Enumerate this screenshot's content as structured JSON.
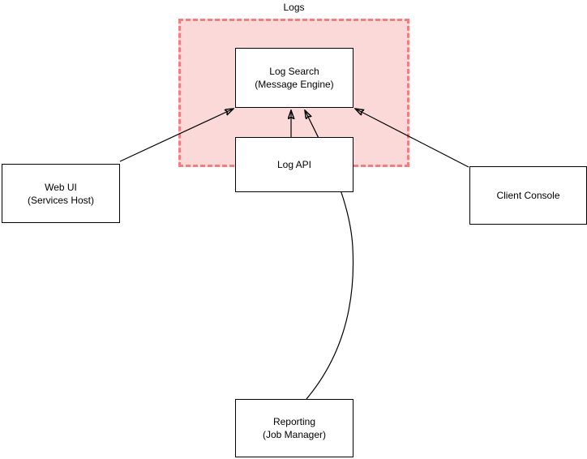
{
  "diagram": {
    "title": "Logs",
    "type": "architecture-block-diagram",
    "background_color": "#ffffff",
    "group": {
      "name": "logs-group",
      "label": "Logs",
      "fill_color": "#fbd9d9",
      "border_color": "#f08080",
      "border_style": "dashed",
      "label_position": "top-outside"
    },
    "nodes": [
      {
        "id": "log-search",
        "label": "Log Search\n(Message Engine)",
        "line1": "Log Search",
        "line2": "(Message Engine)",
        "inside_group": true,
        "fill_color": "#ffffff",
        "border_color": "#000000"
      },
      {
        "id": "log-api",
        "label": "Log API",
        "line1": "Log API",
        "line2": "",
        "inside_group": true,
        "fill_color": "#ffffff",
        "border_color": "#000000"
      },
      {
        "id": "web-ui",
        "label": "Web UI\n(Services Host)",
        "line1": "Web UI",
        "line2": "(Services Host)",
        "inside_group": false,
        "fill_color": "#ffffff",
        "border_color": "#000000"
      },
      {
        "id": "client-console",
        "label": "Client Console",
        "line1": "Client Console",
        "line2": "",
        "inside_group": false,
        "fill_color": "#ffffff",
        "border_color": "#000000"
      },
      {
        "id": "reporting",
        "label": "Reporting\n(Job Manager)",
        "line1": "Reporting",
        "line2": "(Job Manager)",
        "inside_group": false,
        "fill_color": "#ffffff",
        "border_color": "#000000"
      }
    ],
    "edges": [
      {
        "id": "web-ui-to-log-search",
        "from": "web-ui",
        "to": "log-search",
        "style": "straight",
        "arrowhead": "target"
      },
      {
        "id": "client-console-to-log-search",
        "from": "client-console",
        "to": "log-search",
        "style": "straight",
        "arrowhead": "target"
      },
      {
        "id": "log-api-to-log-search",
        "from": "log-api",
        "to": "log-search",
        "style": "straight",
        "arrowhead": "target"
      },
      {
        "id": "reporting-to-log-search",
        "from": "reporting",
        "to": "log-search",
        "style": "curved",
        "arrowhead": "target"
      }
    ]
  }
}
